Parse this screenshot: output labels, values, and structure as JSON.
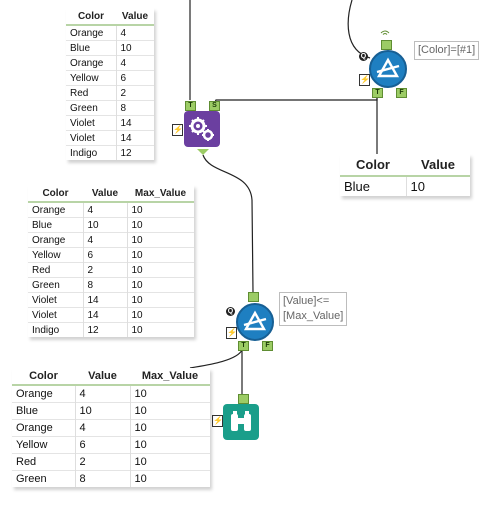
{
  "table_top": {
    "headers": [
      "Color",
      "Value"
    ],
    "rows": [
      [
        "Orange",
        "4"
      ],
      [
        "Blue",
        "10"
      ],
      [
        "Orange",
        "4"
      ],
      [
        "Yellow",
        "6"
      ],
      [
        "Red",
        "2"
      ],
      [
        "Green",
        "8"
      ],
      [
        "Violet",
        "14"
      ],
      [
        "Violet",
        "14"
      ],
      [
        "Indigo",
        "12"
      ]
    ]
  },
  "table_mid": {
    "headers": [
      "Color",
      "Value",
      "Max_Value"
    ],
    "rows": [
      [
        "Orange",
        "4",
        "10"
      ],
      [
        "Blue",
        "10",
        "10"
      ],
      [
        "Orange",
        "4",
        "10"
      ],
      [
        "Yellow",
        "6",
        "10"
      ],
      [
        "Red",
        "2",
        "10"
      ],
      [
        "Green",
        "8",
        "10"
      ],
      [
        "Violet",
        "14",
        "10"
      ],
      [
        "Violet",
        "14",
        "10"
      ],
      [
        "Indigo",
        "12",
        "10"
      ]
    ]
  },
  "table_right": {
    "headers": [
      "Color",
      "Value"
    ],
    "rows": [
      [
        "Blue",
        "10"
      ]
    ]
  },
  "table_bottom": {
    "headers": [
      "Color",
      "Value",
      "Max_Value"
    ],
    "rows": [
      [
        "Orange",
        "4",
        "10"
      ],
      [
        "Blue",
        "10",
        "10"
      ],
      [
        "Orange",
        "4",
        "10"
      ],
      [
        "Yellow",
        "6",
        "10"
      ],
      [
        "Red",
        "2",
        "10"
      ],
      [
        "Green",
        "8",
        "10"
      ]
    ]
  },
  "filter_top_expr": "[Color]=[#1]",
  "filter_bottom_expr_line1": "[Value]<=",
  "filter_bottom_expr_line2": "[Max_Value]",
  "anchors": {
    "true": "T",
    "false": "F",
    "source": "S",
    "q": "Q",
    "bolt": "⚡"
  },
  "colors": {
    "filter_blue": "#1e7fc1",
    "append_purple": "#6b3fa0",
    "browse_teal": "#1a9e8a",
    "anchor_green": "#9ccc65",
    "header_underline": "#b8d4a6"
  }
}
